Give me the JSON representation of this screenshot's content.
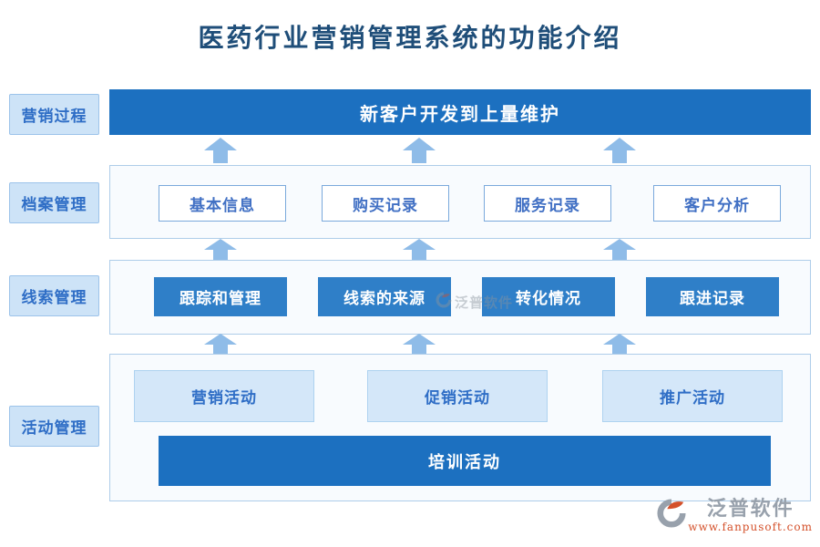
{
  "title": "医药行业营销管理系统的功能介绍",
  "colors": {
    "primary_blue": "#1c70c0",
    "box_blue": "#2f7fc8",
    "light_box_bg": "#d4e7f9",
    "label_bg": "#cde3f7",
    "section_bg": "#f8fbfe",
    "section_border": "#aecde9",
    "arrow_color": "#8fbce8",
    "text_blue": "#2f6ec6",
    "title_color": "#1f4e79",
    "logo_gray": "#98a1ac",
    "logo_orange": "#d4502a"
  },
  "side_labels": [
    {
      "label": "营销过程"
    },
    {
      "label": "档案管理"
    },
    {
      "label": "线索管理"
    },
    {
      "label": "活动管理"
    }
  ],
  "banner": {
    "label": "新客户开发到上量维护"
  },
  "archive_row": {
    "items": [
      {
        "label": "基本信息"
      },
      {
        "label": "购买记录"
      },
      {
        "label": "服务记录"
      },
      {
        "label": "客户分析"
      }
    ]
  },
  "leads_row": {
    "items": [
      {
        "label": "跟踪和管理"
      },
      {
        "label": "线索的来源"
      },
      {
        "label": "转化情况"
      },
      {
        "label": "跟进记录"
      }
    ]
  },
  "activity_row": {
    "items": [
      {
        "label": "营销活动"
      },
      {
        "label": "促销活动"
      },
      {
        "label": "推广活动"
      }
    ],
    "training": {
      "label": "培训活动"
    }
  },
  "watermark": {
    "text": "泛普软件"
  },
  "brand": {
    "name": "泛普软件",
    "url": "www.fanpusoft.com"
  }
}
